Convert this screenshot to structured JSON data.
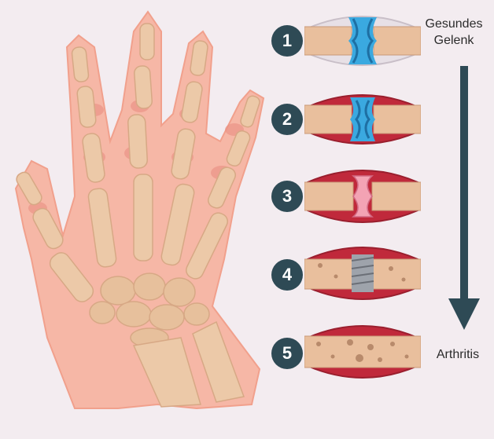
{
  "stages": [
    {
      "number": "1"
    },
    {
      "number": "2"
    },
    {
      "number": "3"
    },
    {
      "number": "4"
    },
    {
      "number": "5"
    }
  ],
  "labels": {
    "top_line1": "Gesundes",
    "top_line2": "Gelenk",
    "bottom": "Arthritis"
  },
  "colors": {
    "background": "#f3ecf0",
    "badge": "#2e4a55",
    "bone": "#ecc9a8",
    "skin": "#f6b7a6",
    "cartilage_healthy": "#3aa9e0",
    "inflammation": "#c0293b",
    "arrow": "#2e4a55"
  }
}
